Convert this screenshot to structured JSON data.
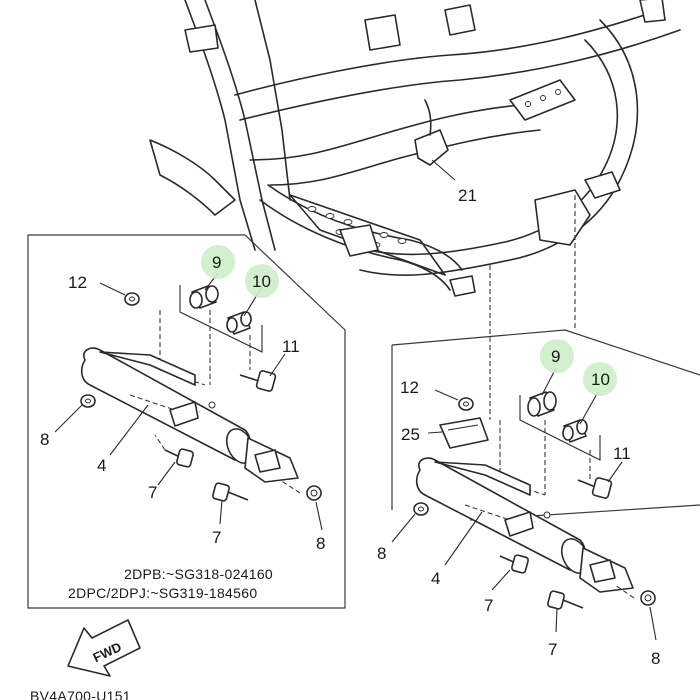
{
  "callouts": {
    "frame_bracket": "21",
    "left_collar_large": "9",
    "left_collar_small": "10",
    "left_washer": "12",
    "left_bolt_upper": "11",
    "left_washer_lower": "8",
    "left_muffler": "4",
    "left_bolt_mid": "7",
    "left_bolt_low": "7",
    "left_nut": "8",
    "right_collar_large": "9",
    "right_collar_small": "10",
    "right_washer": "12",
    "right_damper": "25",
    "right_bolt_upper": "11",
    "right_washer_lower": "8",
    "right_muffler": "4",
    "right_bolt_mid": "7",
    "right_bolt_low": "7",
    "right_nut": "8"
  },
  "notes": {
    "line1": "2DPB:~SG318-024160",
    "line2": "2DPC/2DPJ:~SG319-184560"
  },
  "fwd_label": "FWD",
  "footer_code": "BV4A700-U151",
  "colors": {
    "highlight": "#cdeec9",
    "line": "#2a2a2a"
  }
}
